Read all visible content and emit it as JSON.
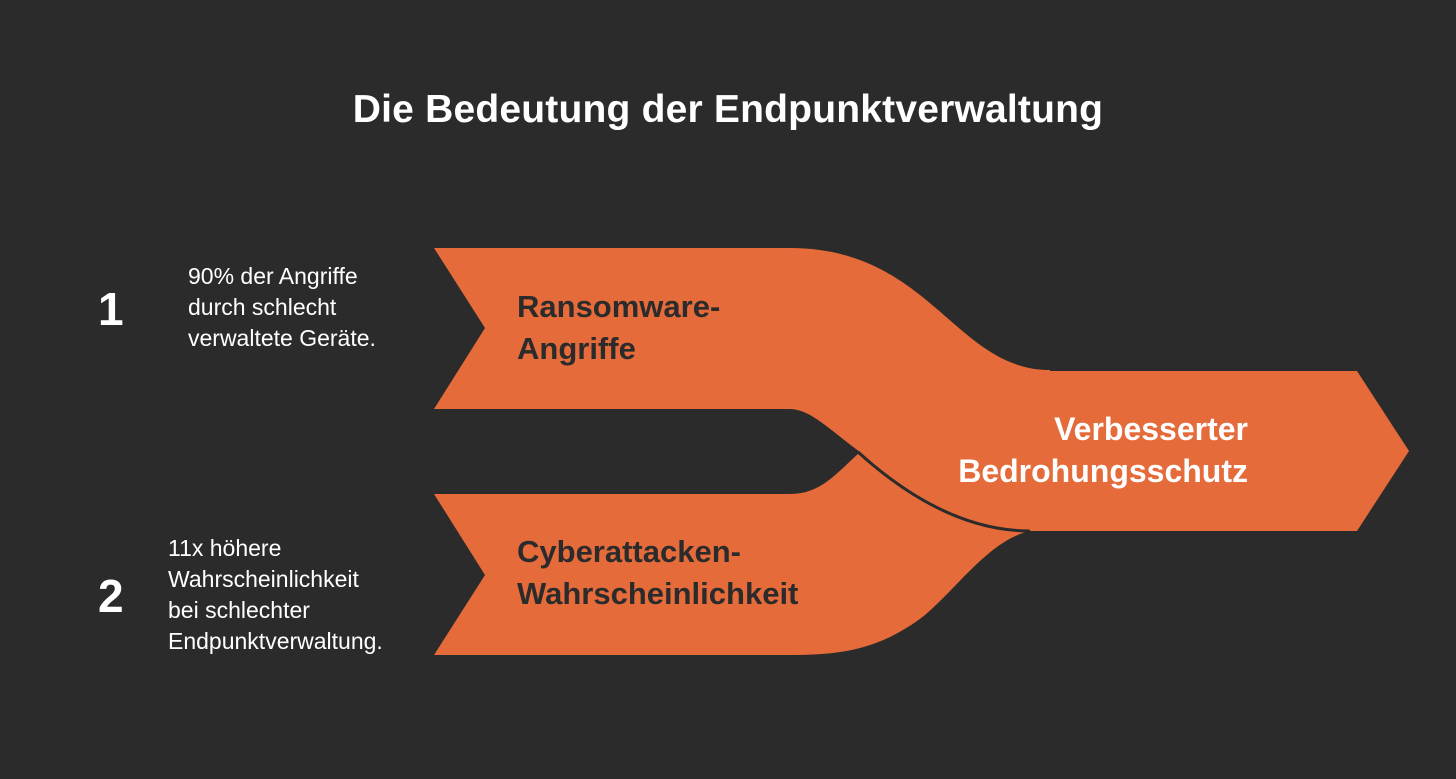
{
  "title": "Die Bedeutung der Endpunktverwaltung",
  "colors": {
    "background": "#2b2b2b",
    "arrow_fill": "#e56b3b",
    "text_light": "#ffffff",
    "text_dark": "#2b2b2b"
  },
  "items": [
    {
      "number": "1",
      "description": "90% der Angriffe\ndurch schlecht\nverwaltete Geräte.",
      "arrow_label": "Ransomware-\nAngriffe"
    },
    {
      "number": "2",
      "description": "11x höhere\nWahrscheinlichkeit\nbei schlechter\nEndpunktverwaltung.",
      "arrow_label": "Cyberattacken-\nWahrscheinlichkeit"
    }
  ],
  "result": {
    "label": "Verbesserter\nBedrohungsschutz"
  }
}
